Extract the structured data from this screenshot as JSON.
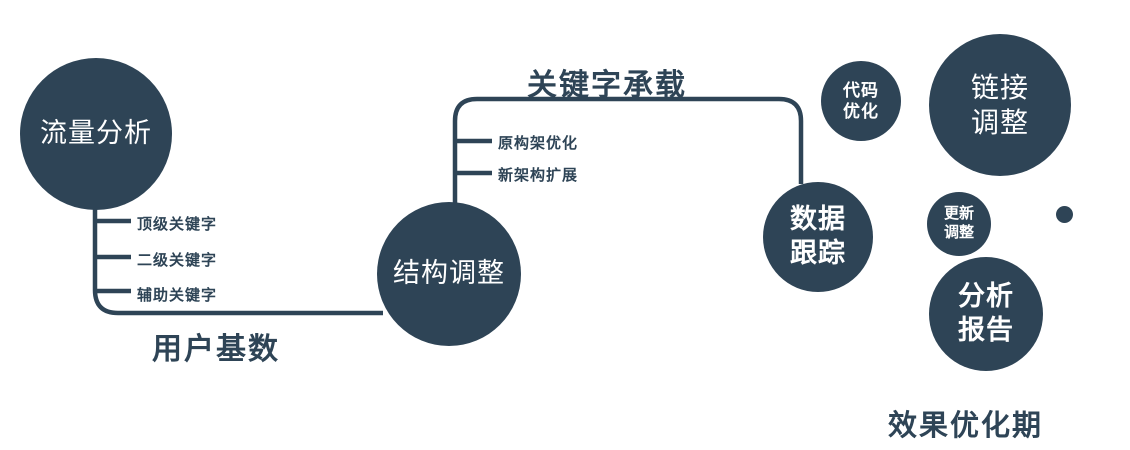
{
  "colors": {
    "accent": "#2e4456",
    "background": "#ffffff",
    "node_text": "#ffffff"
  },
  "nodes": {
    "traffic": {
      "label": "流量分析"
    },
    "structure": {
      "label": "结构调整"
    },
    "data_tracking": {
      "line1": "数据",
      "line2": "跟踪"
    },
    "code_opt": {
      "line1": "代码",
      "line2": "优化"
    },
    "link_adjust": {
      "line1": "链接",
      "line2": "调整"
    },
    "update_adjust": {
      "line1": "更新",
      "line2": "调整"
    },
    "analysis_report": {
      "line1": "分析",
      "line2": "报告"
    }
  },
  "edges": {
    "user_base": "用户基数",
    "keyword_carry": "关键字承载"
  },
  "branches": {
    "left": [
      "顶级关键字",
      "二级关键字",
      "辅助关键字"
    ],
    "mid": [
      "原构架优化",
      "新架构扩展"
    ]
  },
  "footer": "效果优化期"
}
